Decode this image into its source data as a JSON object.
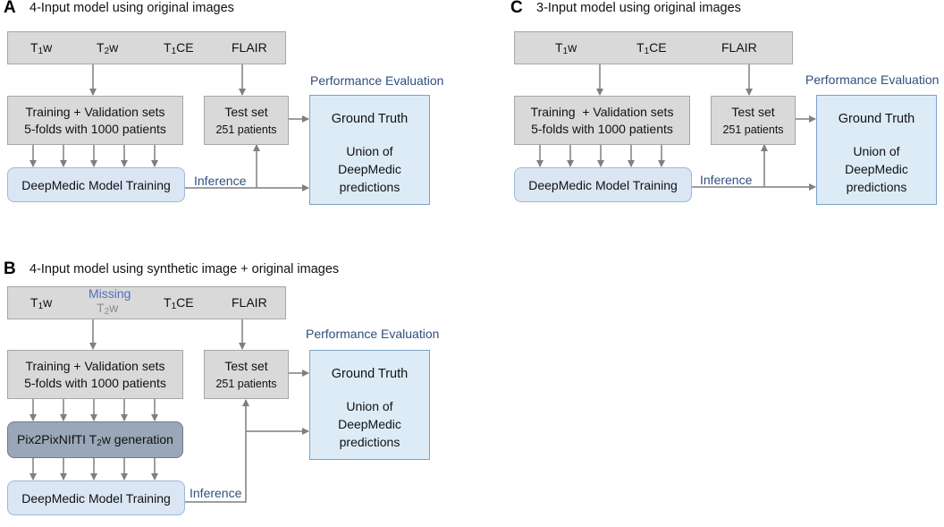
{
  "panel_a": {
    "letter": "A",
    "title": "4-Input model using original images",
    "inputs": [
      {
        "base": "T",
        "sub": "1",
        "suffix": "w"
      },
      {
        "base": "T",
        "sub": "2",
        "suffix": "w"
      },
      {
        "base": "T",
        "sub": "1",
        "suffix": "CE"
      },
      {
        "base": "FLAIR",
        "sub": "",
        "suffix": ""
      }
    ],
    "training_line1": "Training + Validation sets",
    "training_line2": "5-folds with 1000 patients",
    "test_line1": "Test set",
    "test_line2": "251 patients",
    "performance": "Performance Evaluation",
    "ground_truth": "Ground Truth",
    "union_line1": "Union of",
    "union_line2": "DeepMedic",
    "union_line3": "predictions",
    "model_training": "DeepMedic Model Training",
    "inference": "Inference"
  },
  "panel_b": {
    "letter": "B",
    "title": "4-Input model using synthetic image + original images",
    "inputs": [
      {
        "base": "T",
        "sub": "1",
        "suffix": "w"
      },
      {
        "base": "T",
        "sub": "2",
        "suffix": "w"
      },
      {
        "base": "T",
        "sub": "1",
        "suffix": "CE"
      },
      {
        "base": "FLAIR",
        "sub": "",
        "suffix": ""
      }
    ],
    "missing": "Missing",
    "training_line1": "Training + Validation sets",
    "training_line2": "5-folds with 1000 patients",
    "generation_prefix": "Pix2PixNIfTI T",
    "generation_sub": "2",
    "generation_suffix": "w generation",
    "test_line1": "Test set",
    "test_line2": "251 patients",
    "performance": "Performance Evaluation",
    "ground_truth": "Ground Truth",
    "union_line1": "Union of",
    "union_line2": "DeepMedic",
    "union_line3": "predictions",
    "model_training": "DeepMedic Model Training",
    "inference": "Inference"
  },
  "panel_c": {
    "letter": "C",
    "title": "3-Input model using original images",
    "inputs": [
      {
        "base": "T",
        "sub": "1",
        "suffix": "w"
      },
      {
        "base": "T",
        "sub": "1",
        "suffix": "CE"
      },
      {
        "base": "FLAIR",
        "sub": "",
        "suffix": ""
      }
    ],
    "training_line1": "Training  + Validation sets",
    "training_line2": "5-folds with 1000 patients",
    "test_line1": "Test set",
    "test_line2": "251 patients",
    "performance": "Performance Evaluation",
    "ground_truth": "Ground Truth",
    "union_line1": "Union of",
    "union_line2": "DeepMedic",
    "union_line3": "predictions",
    "model_training": "DeepMedic Model Training",
    "inference": "Inference"
  },
  "colors": {
    "gray_box": "#d9d9d9",
    "blue_box": "#dbe6f4",
    "output_box": "#ddebf7",
    "generator_box": "#9aa7b8",
    "arrow": "#7f7f7f",
    "label_blue": "#2f4f7f",
    "missing_blue": "#4f72b8"
  }
}
